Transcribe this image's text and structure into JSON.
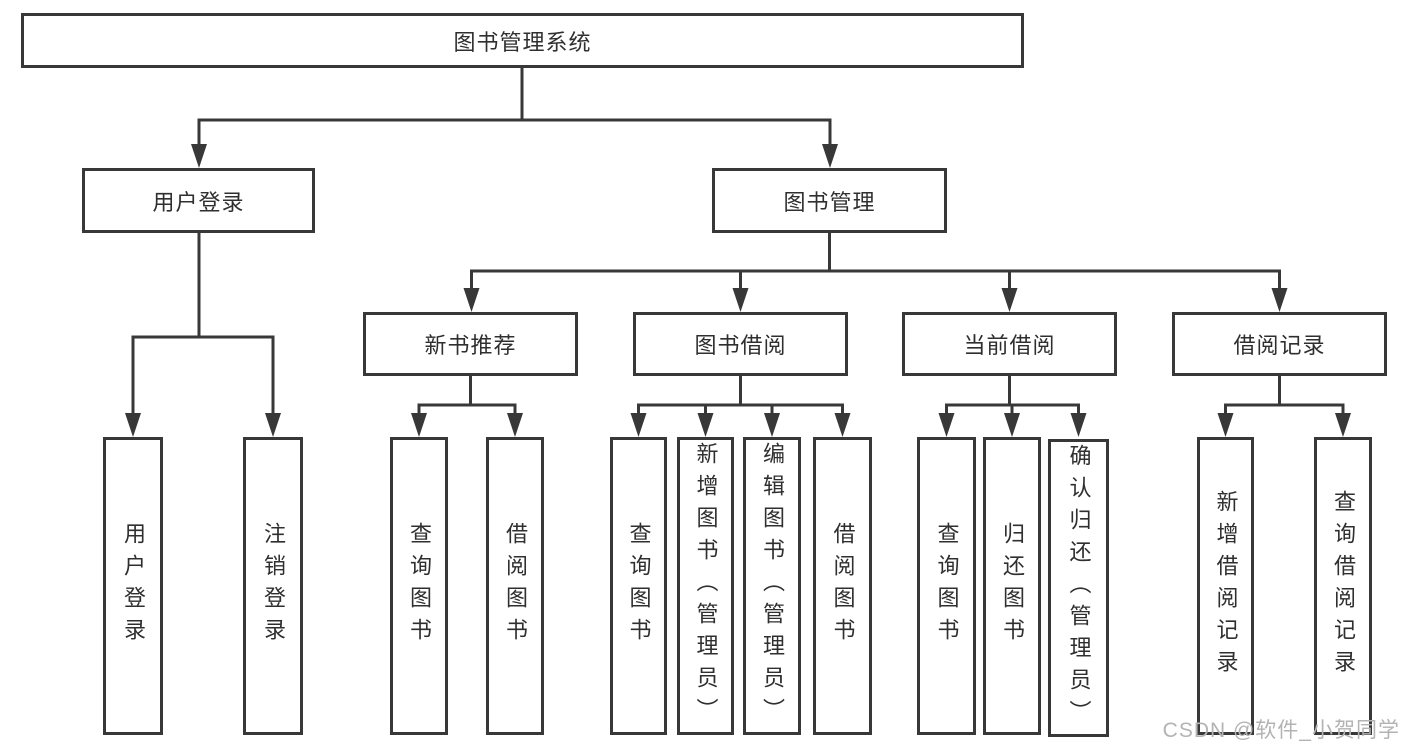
{
  "diagram": {
    "root": "图书管理系统",
    "level2": {
      "user_login": "用户登录",
      "book_management": "图书管理"
    },
    "level3": [
      "新书推荐",
      "图书借阅",
      "当前借阅",
      "借阅记录"
    ],
    "leaves": {
      "user": [
        "用户登录",
        "注销登录"
      ],
      "recommend": [
        "查询图书",
        "借阅图书"
      ],
      "borrow": [
        "查询图书",
        "新增图书（管理员）",
        "编辑图书（管理员）",
        "借阅图书"
      ],
      "current": [
        "查询图书",
        "归还图书",
        "确认归还（管理员）"
      ],
      "records": [
        "新增借阅记录",
        "查询借阅记录"
      ]
    }
  },
  "watermark": "CSDN @软件_小贺同学",
  "colors": {
    "line": "#383838",
    "text": "#2f2f2f",
    "watermark": "#b3b3b3",
    "background": "#ffffff"
  }
}
